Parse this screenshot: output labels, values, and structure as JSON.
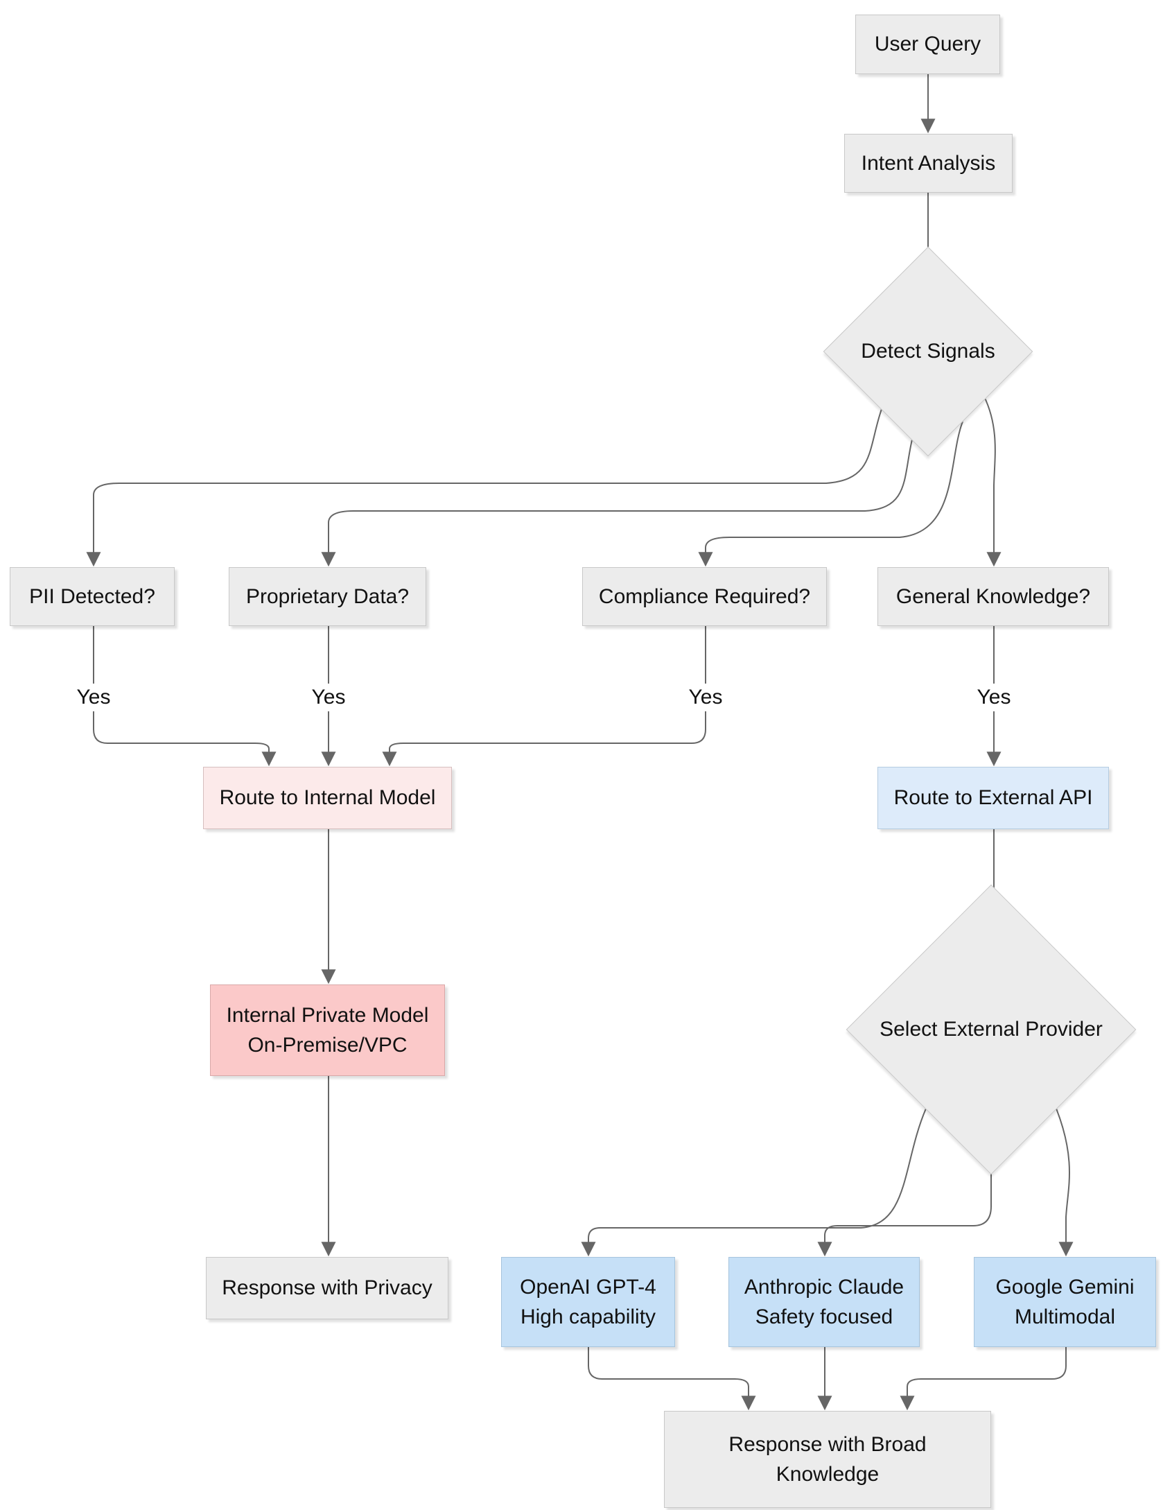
{
  "diagram": {
    "nodes": {
      "user_query": {
        "label": "User Query"
      },
      "intent_analysis": {
        "label": "Intent Analysis"
      },
      "detect_signals": {
        "label": "Detect Signals"
      },
      "pii": {
        "label": "PII Detected?"
      },
      "proprietary": {
        "label": "Proprietary Data?"
      },
      "compliance": {
        "label": "Compliance Required?"
      },
      "general": {
        "label": "General Knowledge?"
      },
      "route_internal": {
        "label": "Route to Internal Model"
      },
      "route_external": {
        "label": "Route to External API"
      },
      "internal_private": {
        "line1": "Internal Private Model",
        "line2": "On-Premise/VPC"
      },
      "select_provider": {
        "label": "Select External Provider"
      },
      "response_privacy": {
        "label": "Response with Privacy"
      },
      "openai": {
        "line1": "OpenAI GPT-4",
        "line2": "High capability"
      },
      "anthropic": {
        "line1": "Anthropic Claude",
        "line2": "Safety focused"
      },
      "gemini": {
        "line1": "Google Gemini",
        "line2": "Multimodal"
      },
      "response_broad": {
        "line1": "Response with Broad",
        "line2": "Knowledge"
      }
    },
    "edge_labels": {
      "pii_yes": "Yes",
      "proprietary_yes": "Yes",
      "compliance_yes": "Yes",
      "general_yes": "Yes"
    },
    "colors": {
      "node_fill": "#ececec",
      "node_stroke": "#c8c8c8",
      "pink_light_fill": "#fceaea",
      "pink_light_stroke": "#d6bebe",
      "pink_fill": "#fbc9c9",
      "pink_stroke": "#d9a8a8",
      "blue_light_fill": "#ddebfa",
      "blue_light_stroke": "#b5cce1",
      "blue_fill": "#c6e0f7",
      "blue_stroke": "#a6c4dd",
      "edge": "#666666",
      "text": "#111111"
    }
  }
}
